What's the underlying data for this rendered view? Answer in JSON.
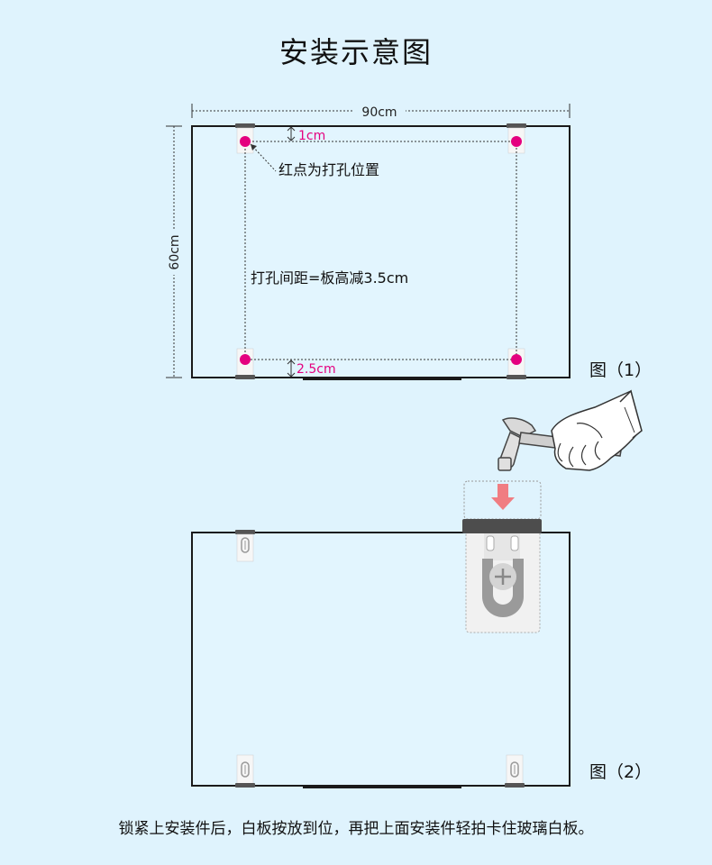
{
  "title": "安装示意图",
  "fig1": {
    "width_label": "90cm",
    "height_label": "60cm",
    "top_offset_label": "1cm",
    "bottom_offset_label": "2.5cm",
    "red_dot_label": "红点为打孔位置",
    "spacing_label": "打孔间距=板高减3.5cm",
    "figure_label": "图（1）"
  },
  "fig2": {
    "figure_label": "图（2）"
  },
  "caption": "锁紧上安装件后，白板按放到位，再把上面安装件轻拍卡住玻璃白板。",
  "colors": {
    "background": "#dff3fd",
    "hole_dot": "#e4007f",
    "arrow": "#f07d82",
    "frame": "#1a1a1a"
  }
}
